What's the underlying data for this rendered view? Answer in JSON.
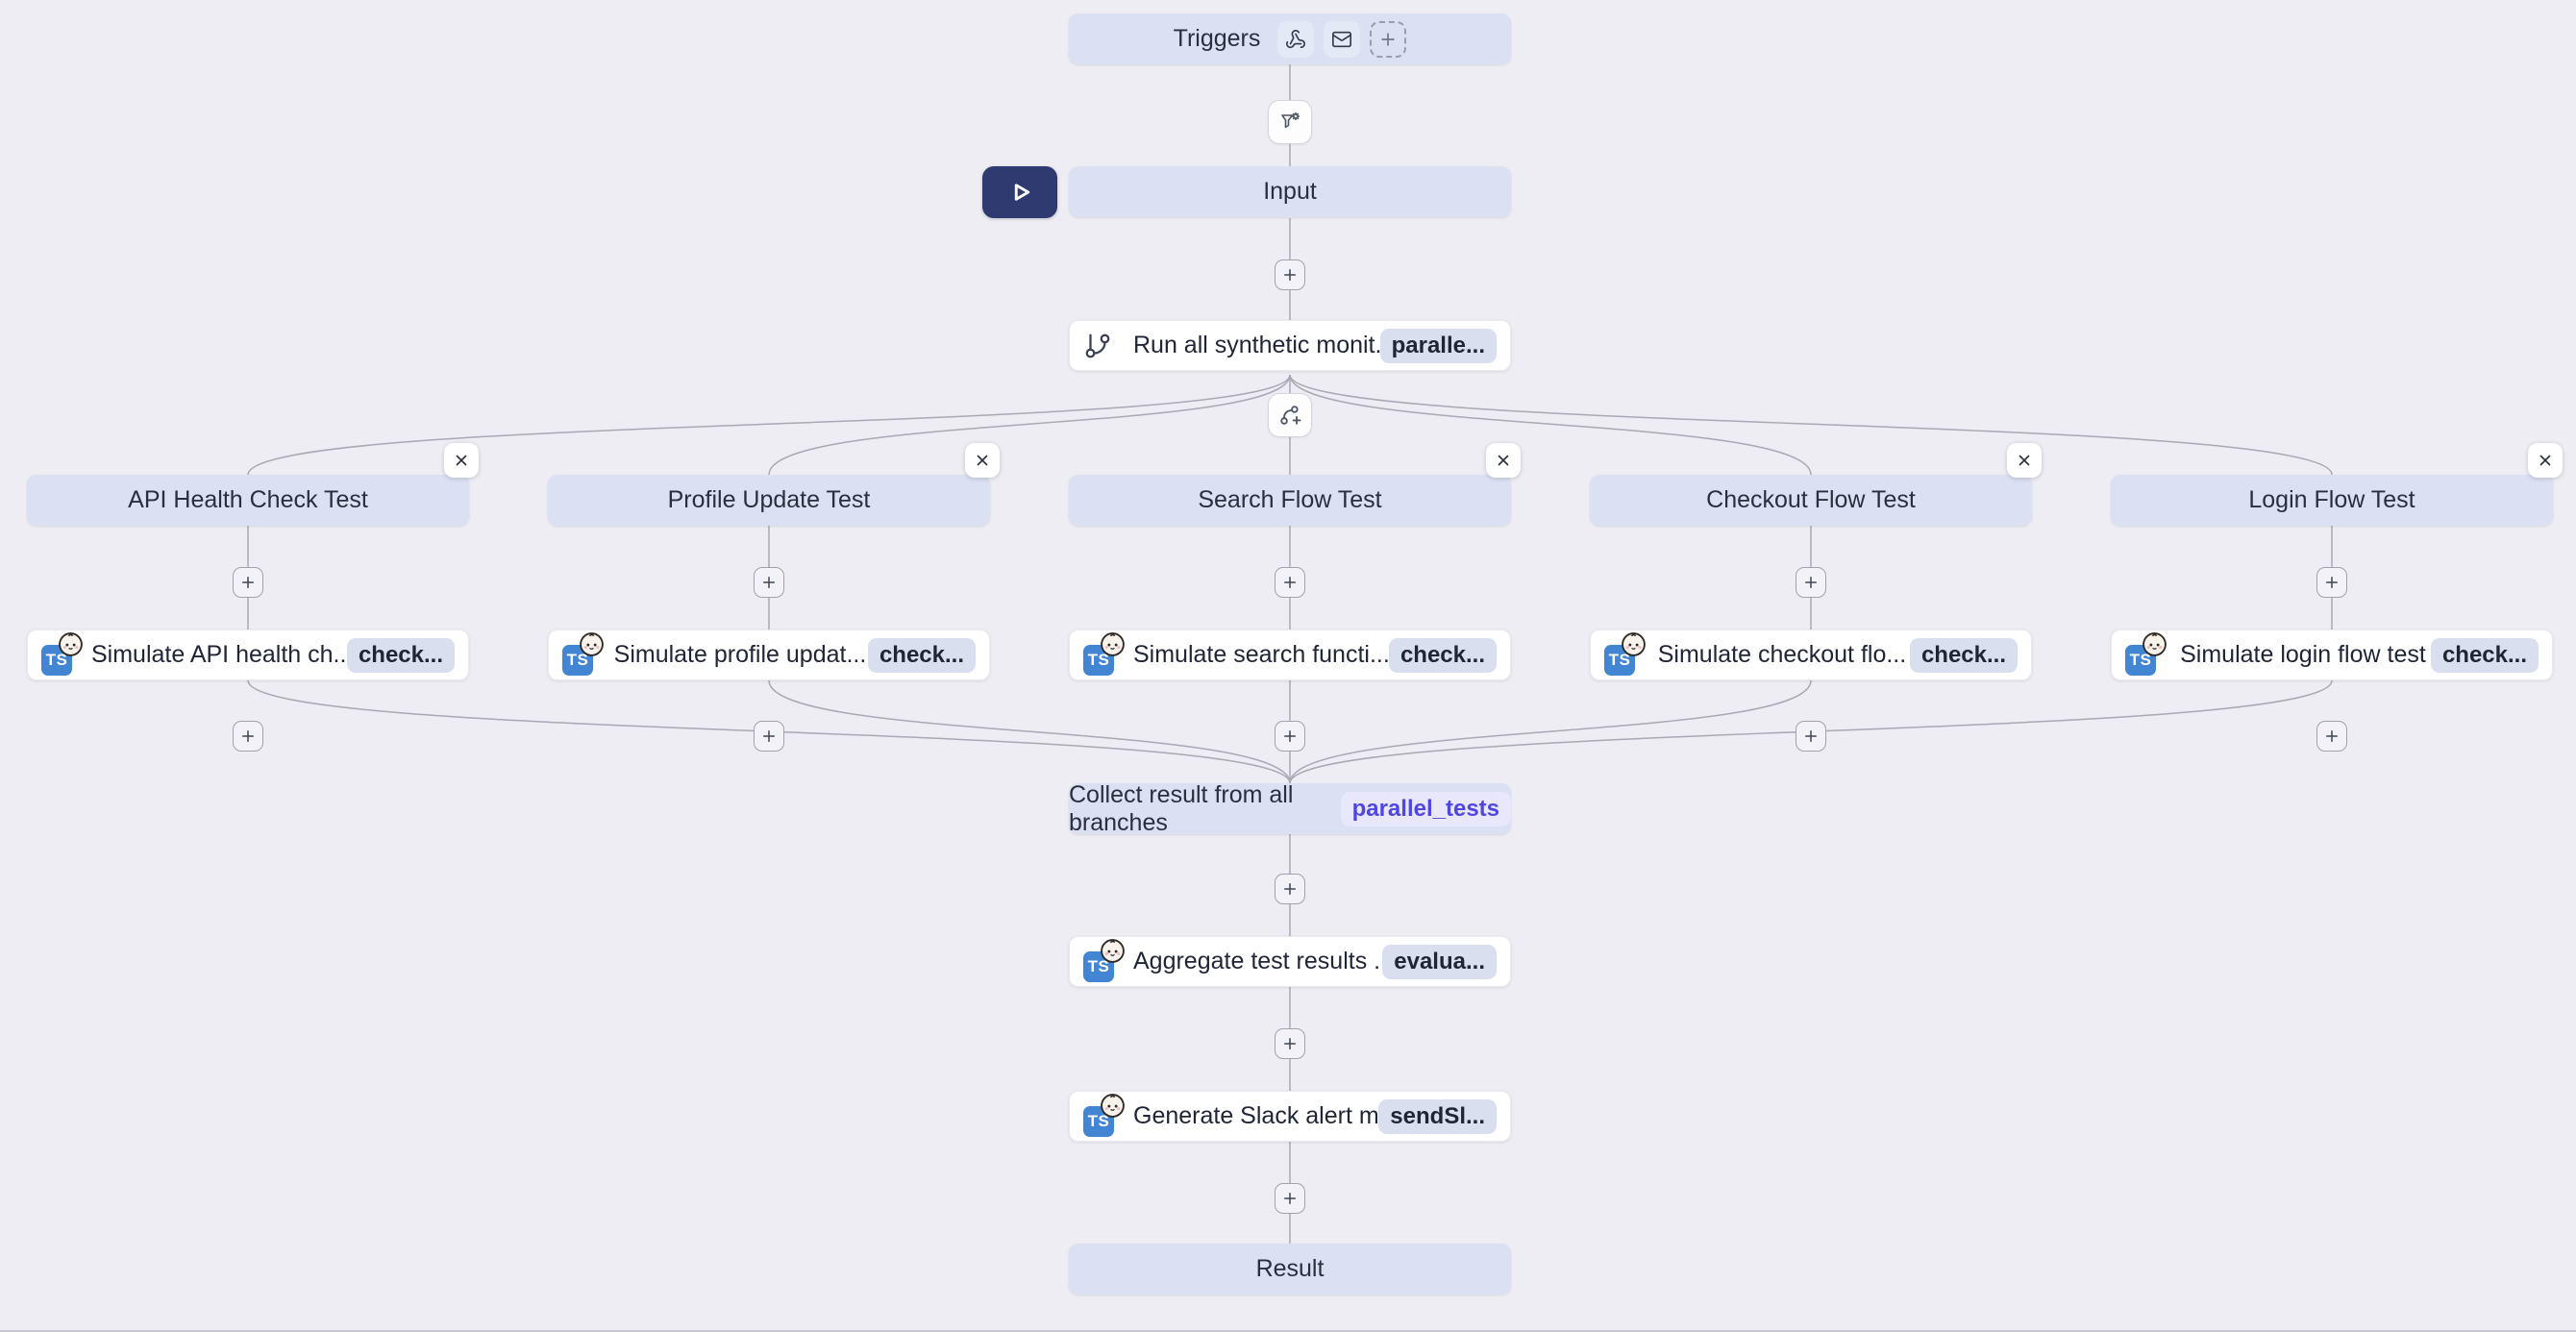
{
  "colors": {
    "canvas_bg": "#eeedf3",
    "header_node_bg": "#dbe1f2",
    "step_node_bg": "#ffffff",
    "badge_bg": "#dadff0",
    "badge_text": "#1e2533",
    "violet_badge_bg": "#e8e7fc",
    "violet_badge_text": "#4f46e5",
    "play_button_bg": "#2e3a70",
    "ts_icon_bg": "#4285d2",
    "edge_line": "#a9a8b4"
  },
  "triggers_node": {
    "label": "Triggers",
    "icons": [
      "webhook-icon",
      "mail-icon",
      "add-trigger-icon"
    ]
  },
  "input_node": {
    "label": "Input"
  },
  "run_all_node": {
    "title": "Run all synthetic monit...",
    "badge": "paralle...",
    "icon": "git-branch-icon"
  },
  "branches": [
    {
      "header": "API Health Check Test",
      "step_title": "Simulate API health ch...",
      "step_badge": "check..."
    },
    {
      "header": "Profile Update Test",
      "step_title": "Simulate profile updat...",
      "step_badge": "check..."
    },
    {
      "header": "Search Flow Test",
      "step_title": "Simulate search functi...",
      "step_badge": "check..."
    },
    {
      "header": "Checkout Flow Test",
      "step_title": "Simulate checkout flo...",
      "step_badge": "check..."
    },
    {
      "header": "Login Flow Test",
      "step_title": "Simulate login flow test",
      "step_badge": "check..."
    }
  ],
  "collect_node": {
    "title": "Collect result from all branches",
    "badge": "parallel_tests"
  },
  "aggregate_node": {
    "title": "Aggregate test results ...",
    "badge": "evalua...",
    "icon": "typescript-bun-icon"
  },
  "slack_node": {
    "title": "Generate Slack alert m...",
    "badge": "sendSl...",
    "icon": "typescript-bun-icon"
  },
  "result_node": {
    "label": "Result"
  },
  "script_icon": {
    "label": "TS"
  }
}
